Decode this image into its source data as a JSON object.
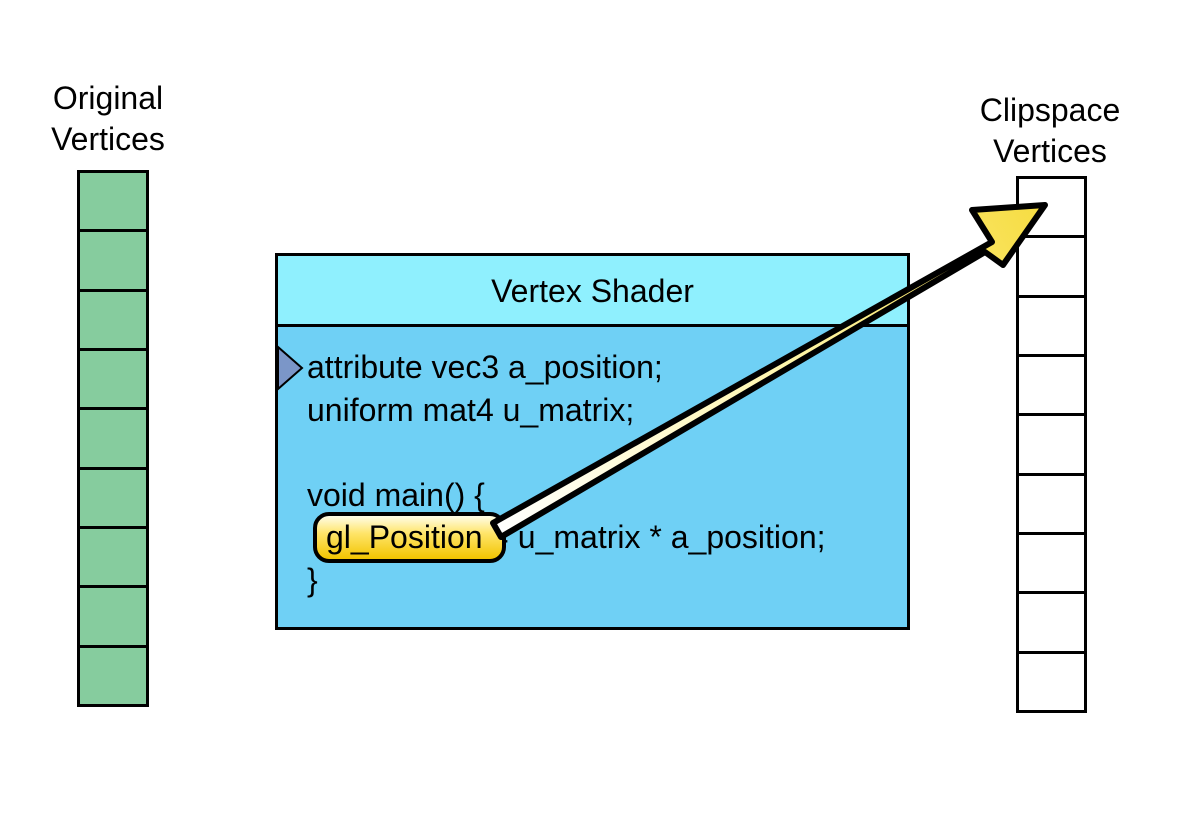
{
  "labels": {
    "original_line1": "Original",
    "original_line2": "Vertices",
    "clipspace_line1": "Clipspace",
    "clipspace_line2": "Vertices"
  },
  "shader": {
    "title": "Vertex Shader",
    "code_lines": [
      "attribute vec3 a_position;",
      "uniform mat4 u_matrix;",
      "",
      "void main() {",
      "  gl_Position = u_matrix * a_position;",
      "}"
    ],
    "highlighted_term": "gl_Position"
  },
  "columns": {
    "original_cells": 9,
    "clipspace_cells": 9
  },
  "colors": {
    "original_cell": "#86cc9e",
    "shader_body": "#6fd0f5",
    "shader_header": "#8ff0fe",
    "arrow": "#ffee88",
    "highlight": "#f2c400",
    "pointer": "#7b96c8"
  },
  "icons": {
    "pointer": "triangle-pointer-icon",
    "arrow": "arrow-icon"
  }
}
